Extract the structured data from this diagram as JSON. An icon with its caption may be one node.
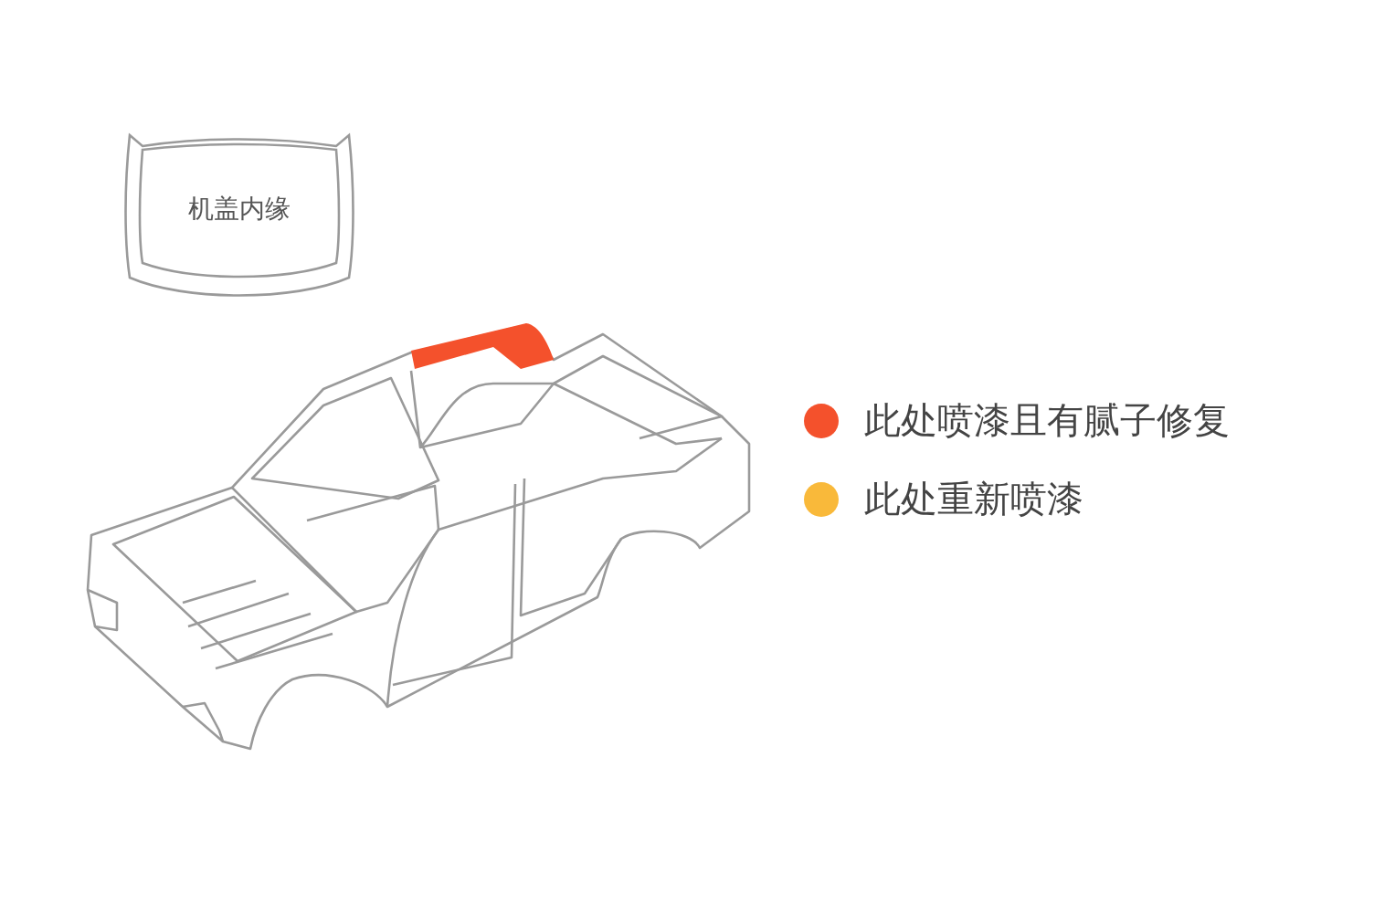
{
  "diagram": {
    "nodes": [
      {
        "text": [
          "机盖内缘"
        ]
      }
    ],
    "legend": [
      {
        "text": "此处喷漆且有腻子修复",
        "color": "#f4512c"
      },
      {
        "text": "此处重新喷漆",
        "color": "#f9b93a"
      }
    ]
  }
}
